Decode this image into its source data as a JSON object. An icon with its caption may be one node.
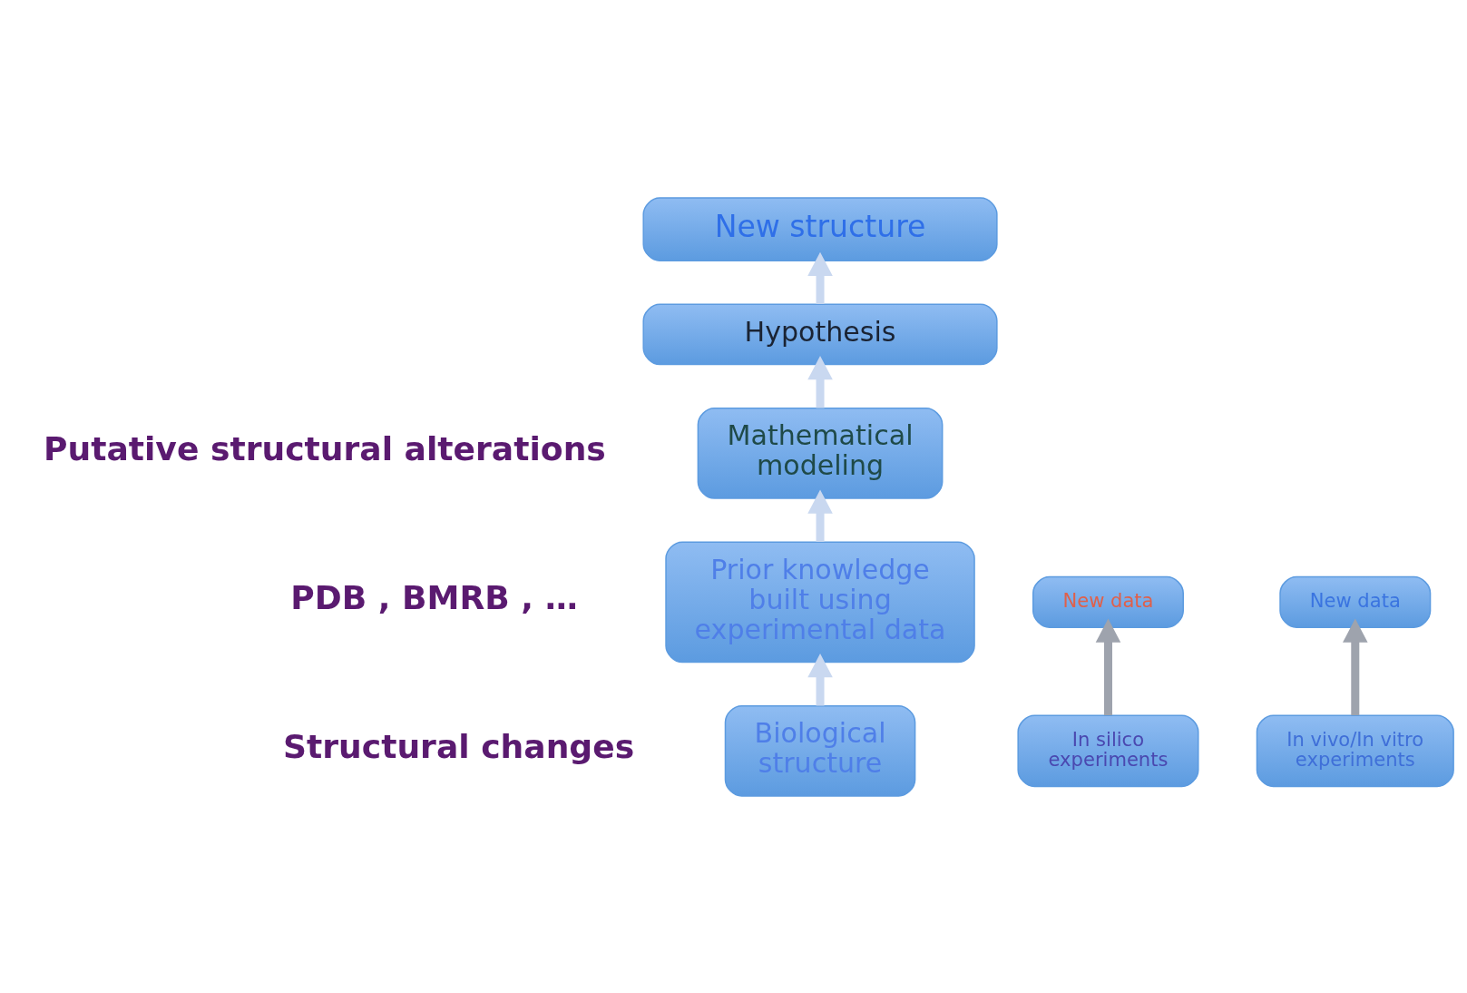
{
  "diagram": {
    "nodes": [
      {
        "text": [
          "New structure"
        ]
      },
      {
        "text": [
          "New data"
        ]
      },
      {
        "text": [
          "New data"
        ]
      },
      {
        "text": [
          "Hypothesis"
        ]
      },
      {
        "text": [
          "In silico  experiments"
        ]
      },
      {
        "text": [
          "In vivo/In vitro experiments"
        ]
      },
      {
        "text": [
          "Mathematical modeling"
        ]
      },
      {
        "text": [
          "Prior knowledge built using experimental data"
        ]
      },
      {
        "text": [
          "Biological structure"
        ]
      }
    ],
    "edges": [
      {
        "from": 8,
        "to": 7,
        "arrow": "to"
      },
      {
        "from": 7,
        "to": 6,
        "arrow": "to"
      },
      {
        "from": 6,
        "to": 3,
        "arrow": "to"
      },
      {
        "from": 3,
        "to": 0,
        "arrow": "to"
      },
      {
        "from": 4,
        "to": 1,
        "arrow": "to",
        "color": "#9ea3ad"
      },
      {
        "from": 5,
        "to": 2,
        "arrow": "to",
        "color": "#9ea3ad"
      }
    ],
    "labels": [
      "Putative structural alterations",
      "PDB , BMRB , …",
      "Structural changes"
    ]
  }
}
